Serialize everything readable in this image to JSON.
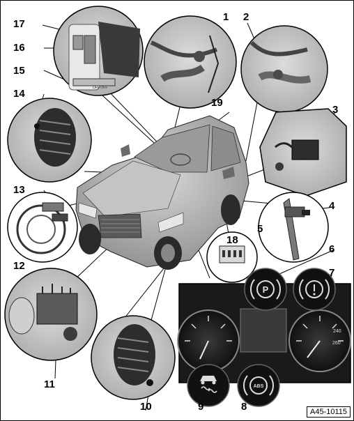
{
  "callouts": {
    "c1": "1",
    "c2": "2",
    "c3": "3",
    "c4": "4",
    "c5": "5",
    "c6": "6",
    "c7": "7",
    "c8": "8",
    "c9": "9",
    "c10": "10",
    "c11": "11",
    "c12": "12",
    "c13": "13",
    "c14": "14",
    "c15": "15",
    "c16": "16",
    "c17": "17",
    "c18": "18",
    "c19": "19"
  },
  "switch_label": "OFF OFF",
  "abs_symbol": "ABS",
  "speedo_max": "260",
  "speedo_mid": "240",
  "figure_reference": "A45-10115"
}
